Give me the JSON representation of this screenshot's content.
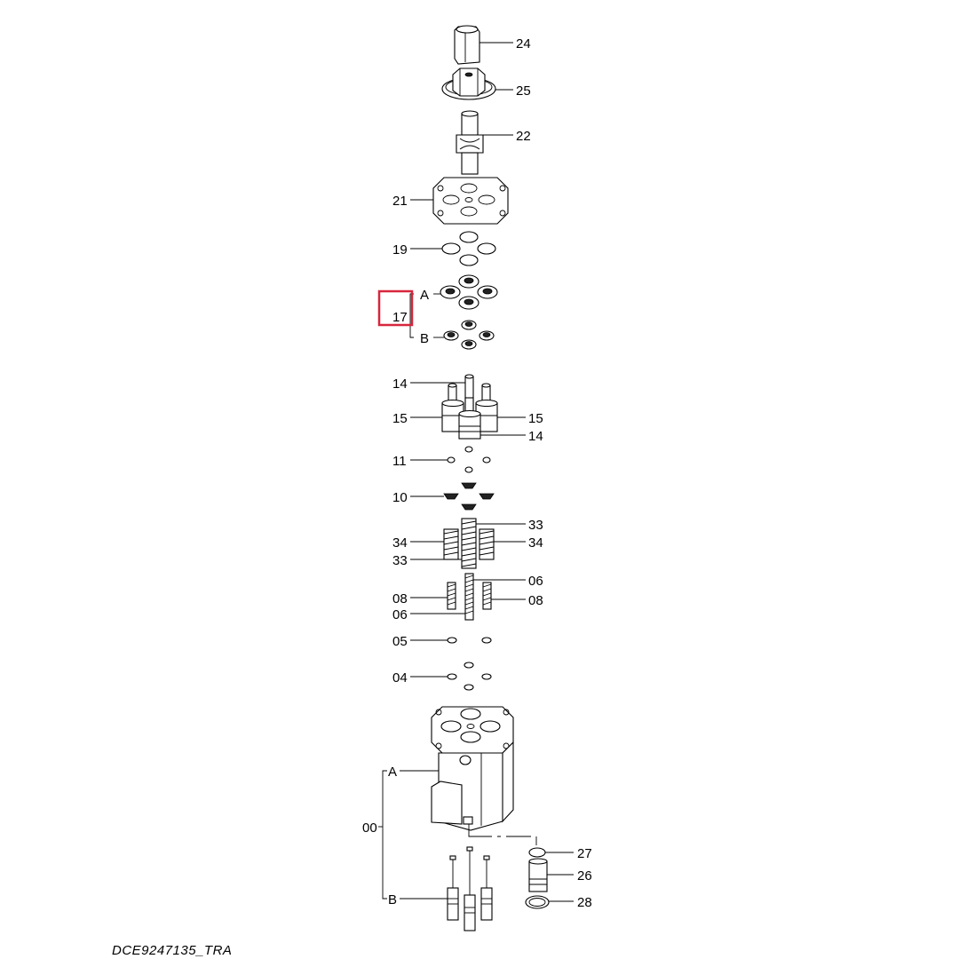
{
  "drawing_code": "DCE9247135_TRA",
  "highlight_color": "#d7263d",
  "labels": {
    "p24": "24",
    "p25": "25",
    "p22": "22",
    "p21": "21",
    "p19": "19",
    "p17a": "A",
    "p17": "17",
    "p17b": "B",
    "p14a": "14",
    "p15a": "15",
    "p15b": "15",
    "p14b": "14",
    "p11": "11",
    "p10": "10",
    "p33a": "33",
    "p34a": "34",
    "p34b": "34",
    "p33b": "33",
    "p06a": "06",
    "p08a": "08",
    "p08b": "08",
    "p06b": "06",
    "p05": "05",
    "p04": "04",
    "p00": "00",
    "p00a": "A",
    "p00b": "B",
    "p27": "27",
    "p26": "26",
    "p28": "28"
  }
}
